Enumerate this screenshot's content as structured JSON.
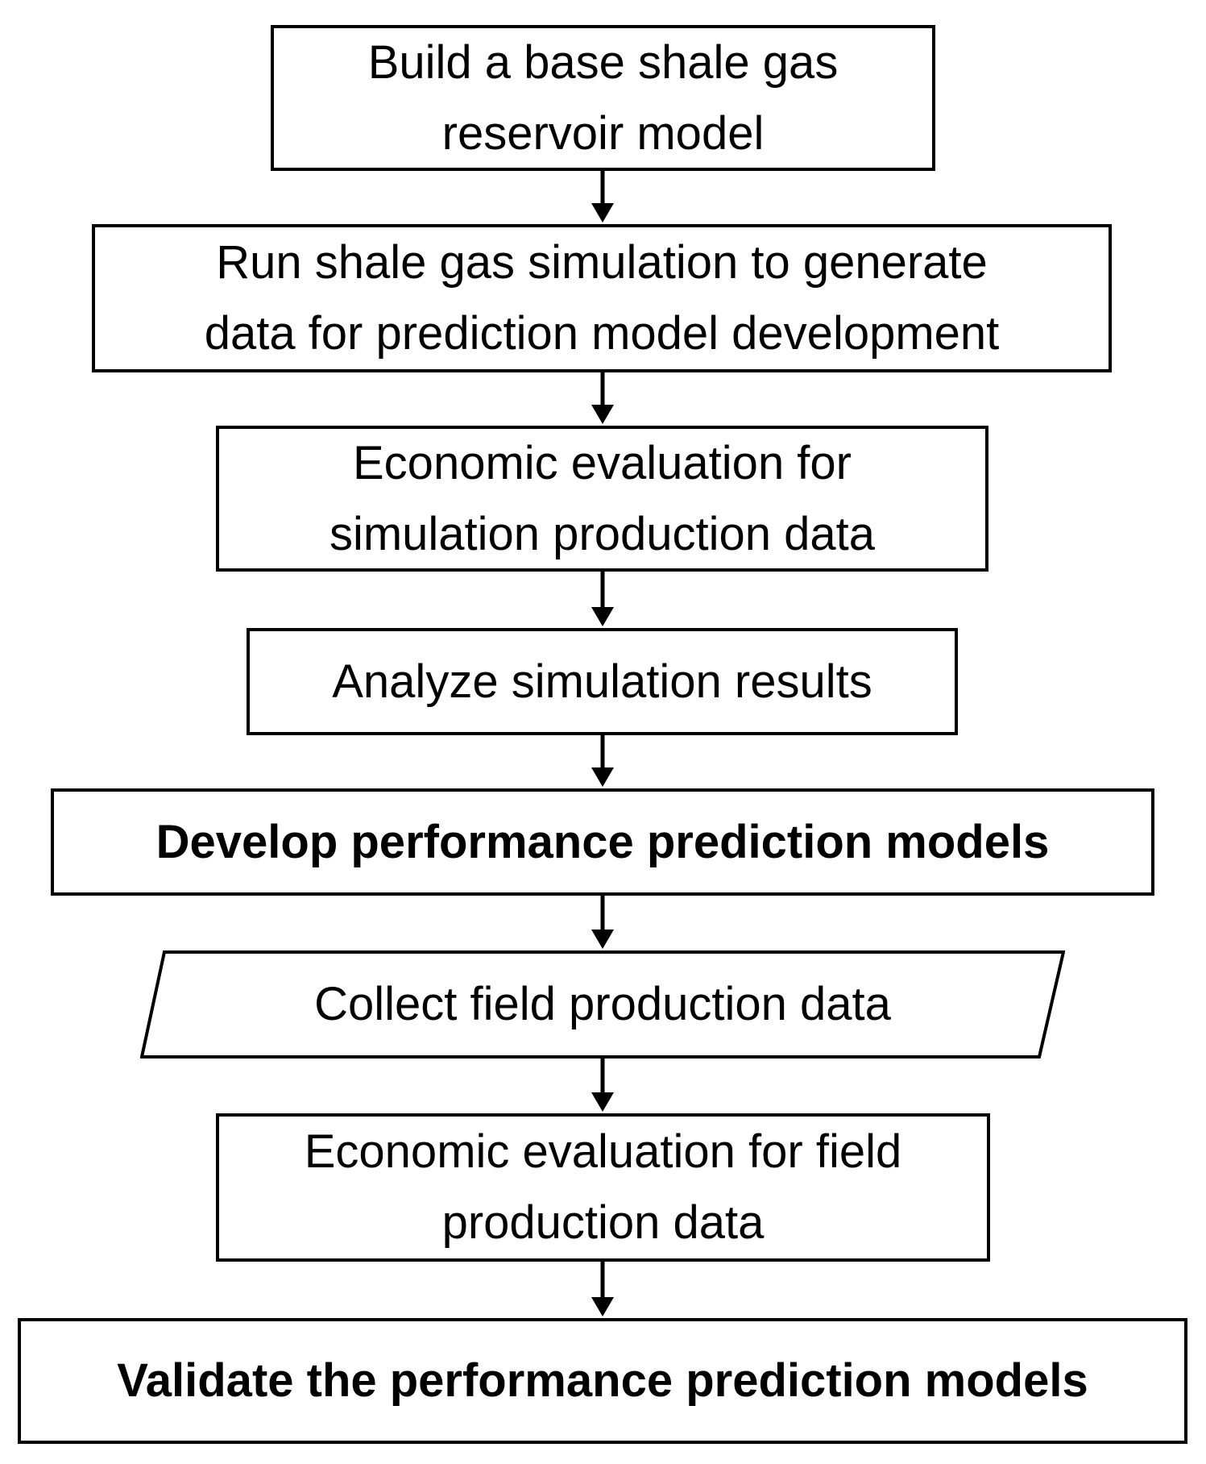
{
  "steps": [
    {
      "text": "Build a base shale gas\nreservoir model"
    },
    {
      "text": "Run shale gas simulation to generate\ndata for prediction model development"
    },
    {
      "text": "Economic evaluation for\nsimulation production data"
    },
    {
      "text": "Analyze simulation results"
    },
    {
      "text": "Develop performance prediction models"
    },
    {
      "text": "Collect field production data"
    },
    {
      "text": "Economic evaluation for field\nproduction data"
    },
    {
      "text": "Validate the performance prediction models"
    }
  ],
  "colors": {
    "stroke": "#000000",
    "background": "#ffffff"
  }
}
